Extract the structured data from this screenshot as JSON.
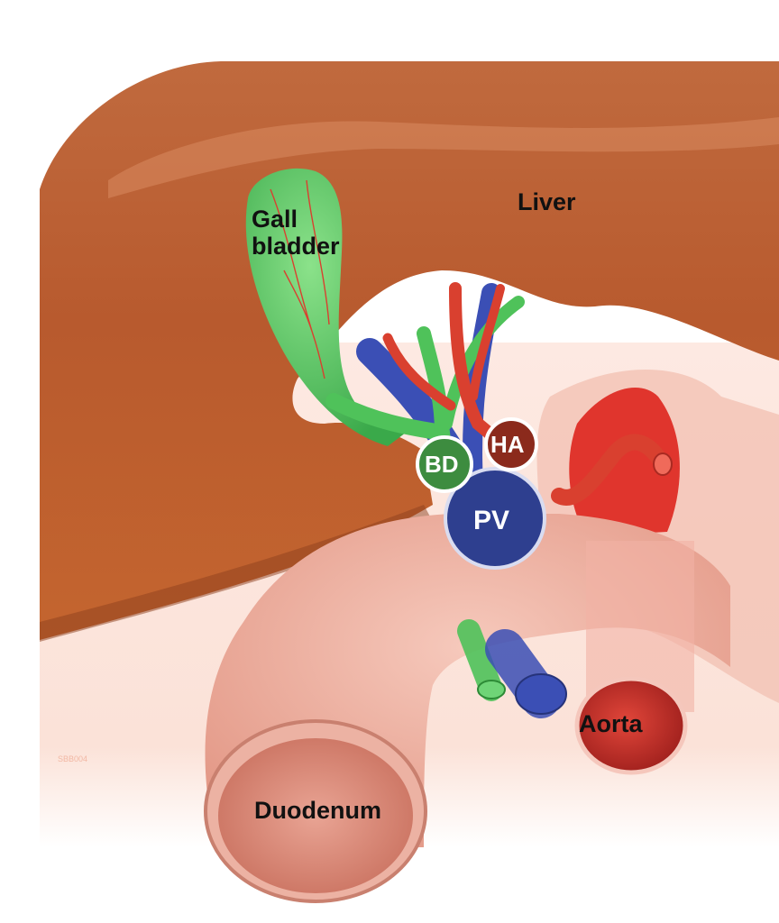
{
  "labels": {
    "liver": "Liver",
    "gall_bladder": "Gall bladder",
    "bile_duct": "BD",
    "hepatic_artery": "HA",
    "portal_vein": "PV",
    "aorta": "Aorta",
    "duodenum": "Duodenum",
    "image_code": "SBB004"
  },
  "colors": {
    "liver": "#b85a2e",
    "liver_highlight": "#d98a60",
    "liver_shadow": "#8e3f1d",
    "gall_bladder": "#4fc25a",
    "bile_duct": "#3d8c3f",
    "hepatic_artery": "#8b2a1c",
    "portal_vein": "#2e3f8f",
    "vessel_blue": "#3b4fb5",
    "vessel_red": "#d9402f",
    "aorta": "#c92f2a",
    "duodenum": "#e9a99a",
    "background_tissue": "#fbe4dc"
  }
}
